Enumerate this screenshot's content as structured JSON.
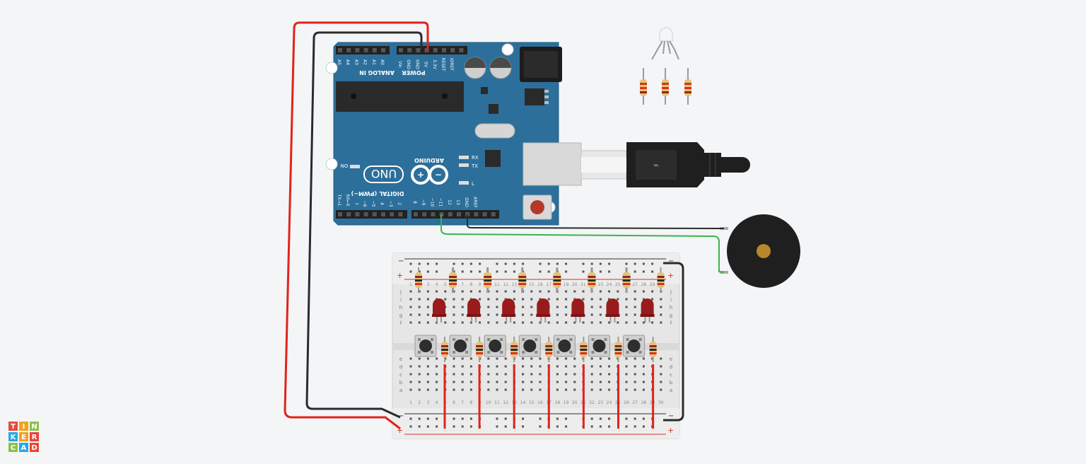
{
  "logo": {
    "letters": [
      "T",
      "I",
      "N",
      "K",
      "E",
      "R",
      "C",
      "A",
      "D"
    ],
    "colors": [
      "#e8473b",
      "#f0a21f",
      "#8bc34a",
      "#26a9e0",
      "#f0a21f",
      "#e8473b",
      "#8bc34a",
      "#26a9e0",
      "#e8473b"
    ]
  },
  "arduino": {
    "brand": "ARDUINO",
    "model": "UNO",
    "on_label": "ON",
    "analog_title": "ANALOG IN",
    "power_title": "POWER",
    "digital_title": "DIGITAL (PWM~)",
    "analog_pins": [
      "A5",
      "A4",
      "A3",
      "A2",
      "A1",
      "A0"
    ],
    "power_pins": [
      "Vin",
      "GND",
      "GND",
      "5V",
      "3.3V",
      "RESET",
      "IOREF"
    ],
    "digital_low_pins": [
      "TX→1",
      "RX←0"
    ],
    "digital_pins_left": [
      "7",
      "~6",
      "~5",
      "4",
      "~3",
      "2"
    ],
    "digital_pins_right": [
      "8",
      "~9",
      "~10",
      "~11",
      "12",
      "13",
      "GND",
      "AREF"
    ],
    "led_labels": {
      "tx": "TX",
      "rx": "RX",
      "l": "L"
    },
    "board_color": "#2c6f9b"
  },
  "breadboard": {
    "row_letters_top": [
      "j",
      "i",
      "h",
      "g",
      "f"
    ],
    "row_letters_bottom": [
      "e",
      "d",
      "c",
      "b",
      "a"
    ],
    "top_numbers": [
      "1",
      "3",
      "5",
      "7",
      "9",
      "11",
      "13",
      "15",
      "17",
      "19",
      "21",
      "23",
      "25",
      "27",
      "29"
    ],
    "top_numbers_even": [
      "2",
      "4",
      "6",
      "8",
      "10",
      "12",
      "14",
      "16",
      "18",
      "20",
      "22",
      "24",
      "26",
      "28",
      "30"
    ],
    "minus_sign": "−",
    "plus_sign": "+"
  },
  "components": {
    "led_color": "#9a1b1b",
    "wire_red": "#e2231a",
    "wire_black": "#2b2b2b",
    "wire_green": "#3cb44b"
  }
}
